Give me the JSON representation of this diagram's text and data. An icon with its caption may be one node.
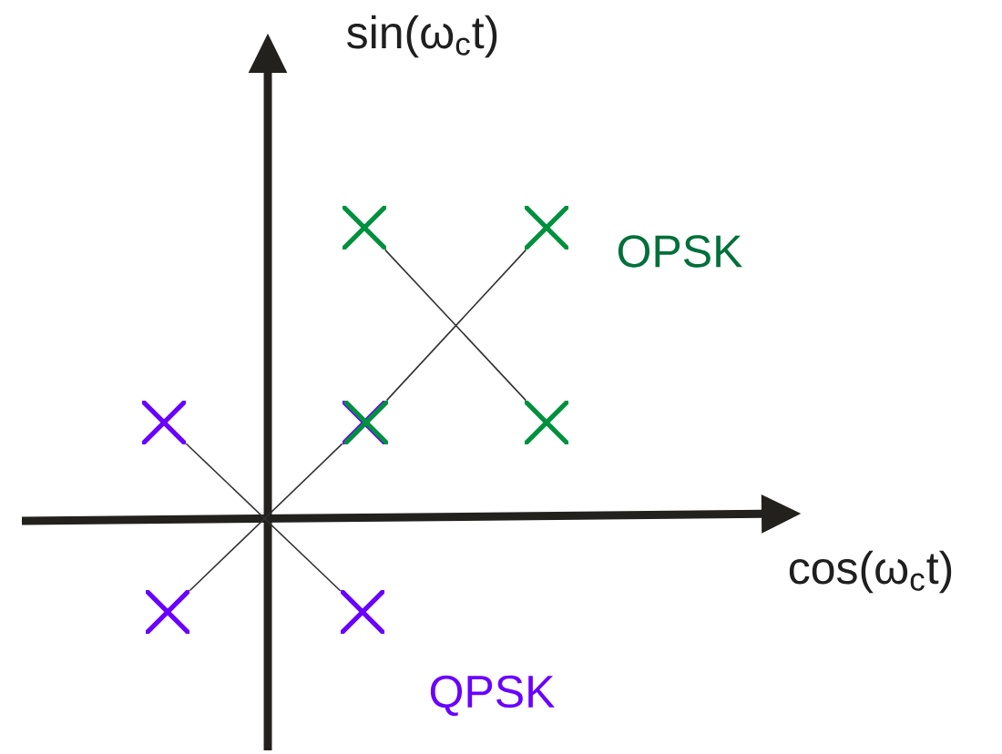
{
  "diagram": {
    "nodes": [
      {
        "text": [],
        "shape": "cross"
      },
      {
        "text": [],
        "shape": "cross"
      },
      {
        "text": [],
        "shape": "cross"
      },
      {
        "text": [],
        "shape": "cross"
      },
      {
        "text": [],
        "shape": "cross"
      },
      {
        "text": [],
        "shape": "cross"
      },
      {
        "text": [],
        "shape": "cross"
      },
      {
        "text": [],
        "shape": "cross"
      }
    ],
    "edges": [
      {
        "from": 2,
        "to": 7,
        "arrow": "none"
      },
      {
        "from": 6,
        "to": 3,
        "arrow": "none"
      },
      {
        "from": 0,
        "to": 5,
        "arrow": "none"
      },
      {
        "from": 4,
        "to": 1,
        "arrow": "none"
      }
    ],
    "labels": [
      "sin(ω$_{c}$t)",
      "OPSK",
      "cos(ω$_{c}$t)",
      "QPSK"
    ]
  }
}
